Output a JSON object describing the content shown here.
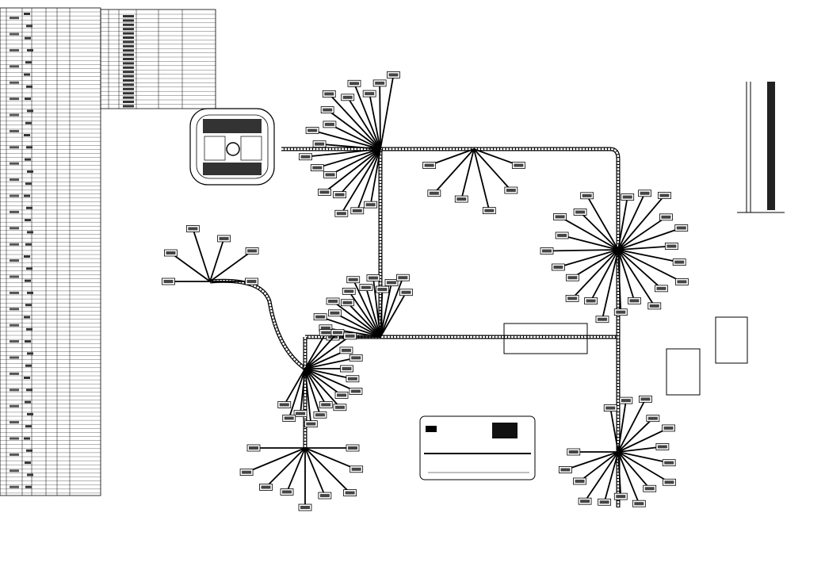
{
  "diagram": {
    "type": "wiring-harness-drawing",
    "hubs": [
      {
        "id": "hub-top-left",
        "spokes": 18
      },
      {
        "id": "hub-right-upper",
        "spokes": 22
      },
      {
        "id": "hub-center",
        "spokes": 14
      },
      {
        "id": "hub-left-middle",
        "spokes": 16
      },
      {
        "id": "hub-left-lower",
        "spokes": 9
      },
      {
        "id": "hub-left-branch",
        "spokes": 6
      },
      {
        "id": "hub-right-lower",
        "spokes": 16
      },
      {
        "id": "hub-top-mid",
        "spokes": 6
      }
    ],
    "parts_table_rows": 120,
    "upper_table_rows": 22
  }
}
